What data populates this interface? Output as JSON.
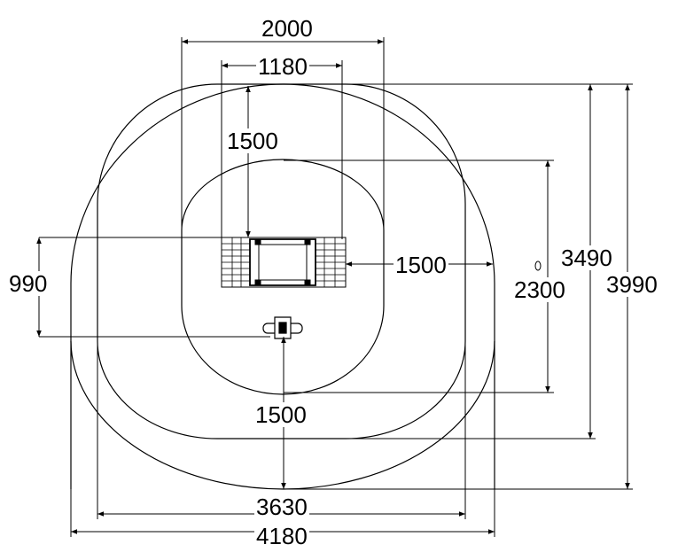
{
  "dimensions": {
    "top_outer_width": "2000",
    "top_inner_width": "1180",
    "upper_vertical": "1500",
    "right_clearance": "1500",
    "left_height": "990",
    "inner_height": "2300",
    "mid_height": "3490",
    "outer_height": "3990",
    "bottom_vertical": "1500",
    "mid_width": "3630",
    "outer_width": "4180"
  },
  "colors": {
    "line": "#000000",
    "dim": "#444444",
    "background": "#ffffff"
  },
  "icons": [
    "arrowhead-icon"
  ]
}
